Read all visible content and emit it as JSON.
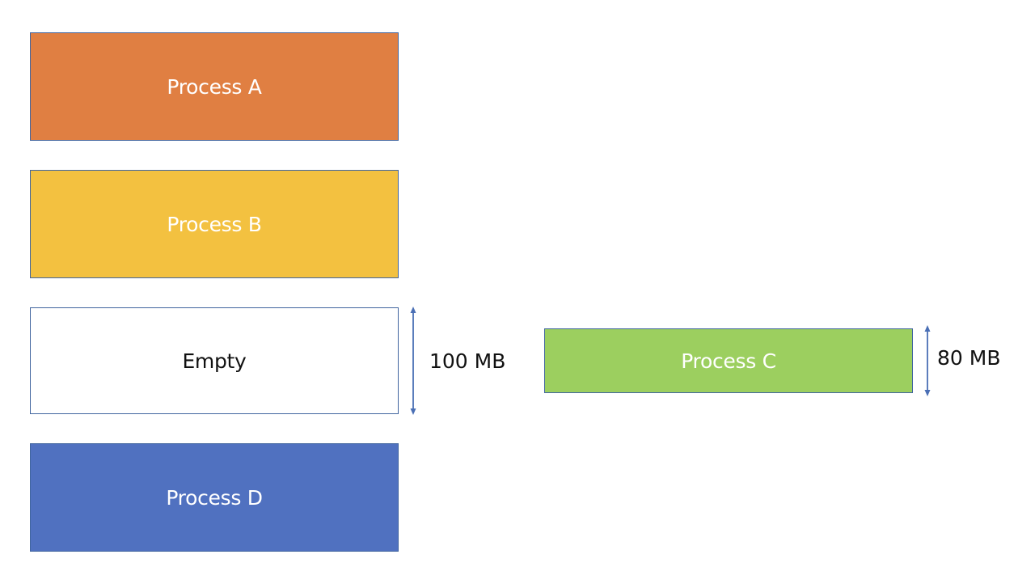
{
  "memory": {
    "blocks": [
      {
        "id": "a",
        "label": "Process A",
        "fill": "#e07f42",
        "text_color": "#ffffff"
      },
      {
        "id": "b",
        "label": "Process B",
        "fill": "#f3c140",
        "text_color": "#ffffff"
      },
      {
        "id": "empty",
        "label": "Empty",
        "fill": "#ffffff",
        "text_color": "#111111"
      },
      {
        "id": "d",
        "label": "Process D",
        "fill": "#5071c0",
        "text_color": "#ffffff"
      }
    ],
    "empty_size": "100 MB"
  },
  "incoming": {
    "label": "Process C",
    "fill": "#9ccf5f",
    "text_color": "#ffffff",
    "size": "80 MB"
  },
  "colors": {
    "border": "#41659f",
    "arrow": "#4a6fb5"
  }
}
